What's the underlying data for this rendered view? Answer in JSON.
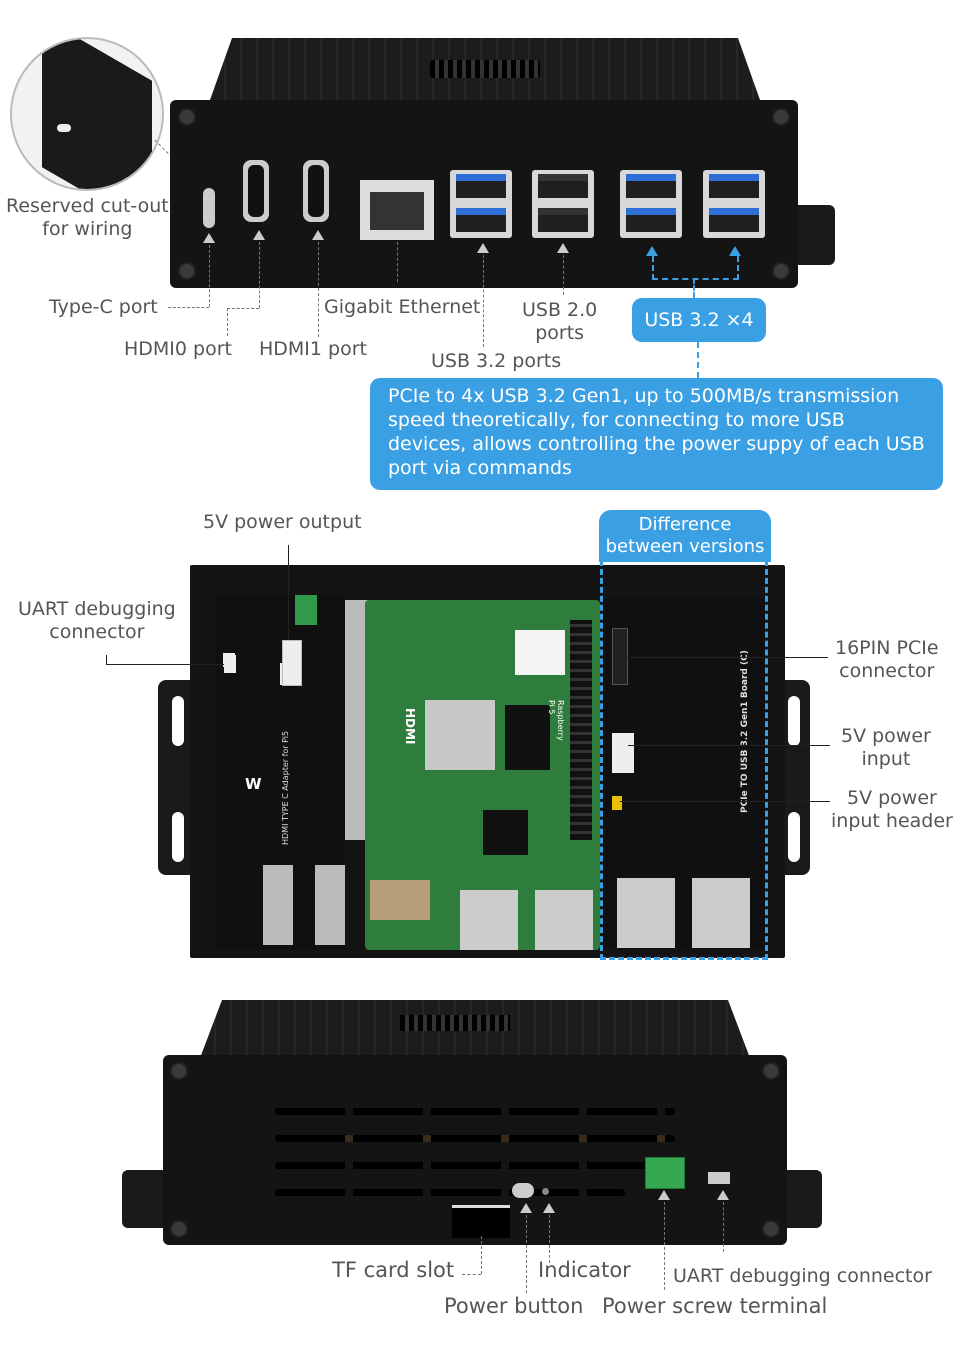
{
  "top_view": {
    "labels": {
      "reserved_cutout": "Reserved cut-out\nfor wiring",
      "reserved_cutout_l1": "Reserved cut-out",
      "reserved_cutout_l2": "for wiring",
      "type_c": "Type-C port",
      "hdmi0": "HDMI0 port",
      "hdmi1": "HDMI1 port",
      "gigabit_ethernet": "Gigabit Ethernet",
      "usb20_l1": "USB 2.0",
      "usb20_l2": "ports",
      "usb32_ports": "USB 3.2 ports",
      "usb32_x4": "USB 3.2 ×4"
    },
    "callout": "PCIe to 4x USB 3.2 Gen1, up to 500MB/s transmission speed theoretically, for connecting to more USB devices, allows controlling the power suppy of each USB port via commands"
  },
  "inside_view": {
    "labels": {
      "power_output": "5V power output",
      "uart_l1": "UART debugging",
      "uart_l2": "connector",
      "difference_l1": "Difference",
      "difference_l2": "between versions",
      "pcie16_l1": "16PIN PCIe",
      "pcie16_l2": "connector",
      "power_input_l1": "5V power",
      "power_input_l2": "input",
      "power_header_l1": "5V power",
      "power_header_l2": "input header"
    },
    "board_text": {
      "adapter": "HDMI TYPE C Adapter for Pi5",
      "usb_board": "PCIe TO USB 3.2 Gen1 Board (C)",
      "hdmi": "HDMI",
      "rpi": "Raspberry Pi 5"
    }
  },
  "bottom_view": {
    "labels": {
      "tf_card": "TF card slot",
      "indicator": "Indicator",
      "power_button": "Power button",
      "uart": "UART debugging connector",
      "screw_terminal": "Power screw terminal"
    }
  },
  "colors": {
    "accent": "#3a9fe3",
    "case": "#141414",
    "pcb_green": "#2f7d3c"
  }
}
